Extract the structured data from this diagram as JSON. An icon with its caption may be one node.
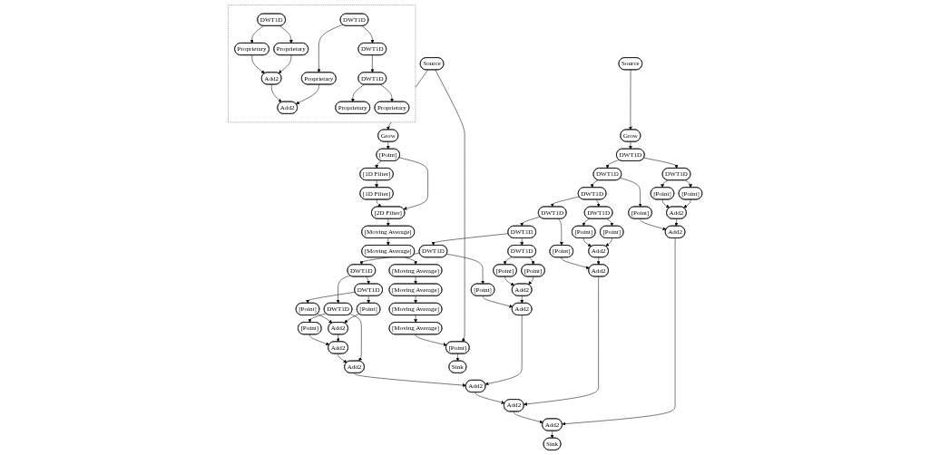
{
  "diagram": {
    "nodes": [
      {
        "text": [],
        "shape": "box"
      },
      {
        "text": [
          "DWT1D"
        ],
        "in": 0
      },
      {
        "text": [
          "DWT1D"
        ],
        "in": 0
      },
      {
        "text": [
          "Proprietary"
        ],
        "in": 0
      },
      {
        "text": [
          "Proprietary"
        ],
        "in": 0
      },
      {
        "text": [
          "DWT1D"
        ],
        "in": 0
      },
      {
        "text": [
          "Add2"
        ],
        "in": 0
      },
      {
        "text": [
          "Proprietary"
        ],
        "in": 0
      },
      {
        "text": [
          "DWT1D"
        ],
        "in": 0
      },
      {
        "text": [
          "Add2"
        ],
        "in": 0
      },
      {
        "text": [
          "Proprietary"
        ],
        "in": 0
      },
      {
        "text": [
          "Proprietary"
        ],
        "in": 0
      },
      {
        "text": [
          "Source"
        ]
      },
      {
        "text": [
          "Grow"
        ]
      },
      {
        "text": [
          "DWT1D"
        ]
      },
      {
        "text": [
          "DWT1D"
        ]
      },
      {
        "text": [
          "DWT1D"
        ]
      },
      {
        "text": [
          "[Point]"
        ]
      },
      {
        "text": [
          "[Point]"
        ]
      },
      {
        "text": [
          "DWT1D"
        ]
      },
      {
        "text": [
          "Add2"
        ]
      },
      {
        "text": [
          "[Point]"
        ]
      },
      {
        "text": [
          "DWT1D"
        ]
      },
      {
        "text": [
          "DWT1D"
        ]
      },
      {
        "text": [
          "Add2"
        ]
      },
      {
        "text": [
          "[Point]"
        ]
      },
      {
        "text": [
          "[Point]"
        ]
      },
      {
        "text": [
          "DWT1D"
        ]
      },
      {
        "text": [
          "Add2"
        ]
      },
      {
        "text": [
          "[Point]"
        ]
      },
      {
        "text": [
          "DWT1D"
        ]
      },
      {
        "text": [
          "DWT1D"
        ]
      },
      {
        "text": [
          "Add2"
        ]
      },
      {
        "text": [
          "[Point]"
        ]
      },
      {
        "text": [
          "[Point]"
        ]
      },
      {
        "text": [
          "DWT1D"
        ]
      },
      {
        "text": [
          "Add2"
        ]
      },
      {
        "text": [
          "[Point]"
        ]
      },
      {
        "text": [
          "DWT1D"
        ]
      },
      {
        "text": [
          "Add2"
        ]
      },
      {
        "text": [
          "[Point]"
        ]
      },
      {
        "text": [
          "[Point]"
        ]
      },
      {
        "text": [
          "DWT1D"
        ]
      },
      {
        "text": [
          "Add2"
        ]
      },
      {
        "text": [
          "[Point]"
        ]
      },
      {
        "text": [
          "Add2"
        ]
      },
      {
        "text": [
          "Add2"
        ]
      },
      {
        "text": [
          "Add2"
        ]
      },
      {
        "text": [
          "Add2"
        ]
      },
      {
        "text": [
          "Add2"
        ]
      },
      {
        "text": [
          "Sink"
        ]
      },
      {
        "text": [
          "Source"
        ]
      },
      {
        "text": [
          "Grow"
        ]
      },
      {
        "text": [
          "[Point]"
        ]
      },
      {
        "text": [
          "[1D Filter]"
        ]
      },
      {
        "text": [
          "[1D Filter]"
        ]
      },
      {
        "text": [
          "[2D Filter]"
        ]
      },
      {
        "text": [
          "[Moving Average]"
        ]
      },
      {
        "text": [
          "[Moving Average]"
        ]
      },
      {
        "text": [
          "[Moving Average]"
        ]
      },
      {
        "text": [
          "[Moving Average]"
        ]
      },
      {
        "text": [
          "[Moving Average]"
        ]
      },
      {
        "text": [
          "[Moving Average]"
        ]
      },
      {
        "text": [
          "[Point]"
        ]
      },
      {
        "text": [
          "Sink"
        ]
      }
    ],
    "edges": [
      {
        "from": 1,
        "to": 3,
        "arrow": "to"
      },
      {
        "from": 1,
        "to": 4,
        "arrow": "to"
      },
      {
        "from": 2,
        "to": 7,
        "arrow": "to"
      },
      {
        "from": 2,
        "to": 5,
        "arrow": "to"
      },
      {
        "from": 3,
        "to": 6,
        "arrow": "to"
      },
      {
        "from": 4,
        "to": 6,
        "arrow": "to"
      },
      {
        "from": 5,
        "to": 8,
        "arrow": "to"
      },
      {
        "from": 6,
        "to": 9,
        "arrow": "to"
      },
      {
        "from": 7,
        "to": 9,
        "arrow": "to"
      },
      {
        "from": 8,
        "to": 10,
        "arrow": "to"
      },
      {
        "from": 8,
        "to": 11,
        "arrow": "to"
      },
      {
        "from": 12,
        "to": 13,
        "arrow": "to"
      },
      {
        "from": 13,
        "to": 14,
        "arrow": "to"
      },
      {
        "from": 14,
        "to": 15,
        "arrow": "to"
      },
      {
        "from": 14,
        "to": 16,
        "arrow": "to"
      },
      {
        "from": 15,
        "to": 17,
        "arrow": "to"
      },
      {
        "from": 15,
        "to": 18,
        "arrow": "to"
      },
      {
        "from": 16,
        "to": 21,
        "arrow": "to"
      },
      {
        "from": 16,
        "to": 19,
        "arrow": "to"
      },
      {
        "from": 17,
        "to": 20,
        "arrow": "to"
      },
      {
        "from": 18,
        "to": 20,
        "arrow": "to"
      },
      {
        "from": 19,
        "to": 22,
        "arrow": "to"
      },
      {
        "from": 19,
        "to": 23,
        "arrow": "to"
      },
      {
        "from": 20,
        "to": 24,
        "arrow": "to"
      },
      {
        "from": 21,
        "to": 24,
        "arrow": "to"
      },
      {
        "from": 22,
        "to": 25,
        "arrow": "to"
      },
      {
        "from": 22,
        "to": 26,
        "arrow": "to"
      },
      {
        "from": 23,
        "to": 27,
        "arrow": "to"
      },
      {
        "from": 23,
        "to": 29,
        "arrow": "to"
      },
      {
        "from": 25,
        "to": 28,
        "arrow": "to"
      },
      {
        "from": 26,
        "to": 28,
        "arrow": "to"
      },
      {
        "from": 27,
        "to": 30,
        "arrow": "to"
      },
      {
        "from": 27,
        "to": 31,
        "arrow": "to"
      },
      {
        "from": 28,
        "to": 32,
        "arrow": "to"
      },
      {
        "from": 29,
        "to": 32,
        "arrow": "to"
      },
      {
        "from": 30,
        "to": 33,
        "arrow": "to"
      },
      {
        "from": 30,
        "to": 34,
        "arrow": "to"
      },
      {
        "from": 31,
        "to": 35,
        "arrow": "to"
      },
      {
        "from": 31,
        "to": 37,
        "arrow": "to"
      },
      {
        "from": 33,
        "to": 36,
        "arrow": "to"
      },
      {
        "from": 34,
        "to": 36,
        "arrow": "to"
      },
      {
        "from": 35,
        "to": 38,
        "arrow": "to"
      },
      {
        "from": 35,
        "to": 42,
        "arrow": "to"
      },
      {
        "from": 36,
        "to": 39,
        "arrow": "to"
      },
      {
        "from": 37,
        "to": 39,
        "arrow": "to"
      },
      {
        "from": 38,
        "to": 40,
        "arrow": "to"
      },
      {
        "from": 38,
        "to": 41,
        "arrow": "to"
      },
      {
        "from": 40,
        "to": 43,
        "arrow": "to"
      },
      {
        "from": 41,
        "to": 43,
        "arrow": "to"
      },
      {
        "from": 42,
        "to": 44,
        "arrow": "to"
      },
      {
        "from": 42,
        "to": 46,
        "arrow": "to"
      },
      {
        "from": 43,
        "to": 45,
        "arrow": "to"
      },
      {
        "from": 44,
        "to": 45,
        "arrow": "to"
      },
      {
        "from": 45,
        "to": 46,
        "arrow": "to"
      },
      {
        "from": 39,
        "to": 47,
        "arrow": "to"
      },
      {
        "from": 46,
        "to": 47,
        "arrow": "to"
      },
      {
        "from": 32,
        "to": 48,
        "arrow": "to"
      },
      {
        "from": 47,
        "to": 48,
        "arrow": "to"
      },
      {
        "from": 24,
        "to": 49,
        "arrow": "to"
      },
      {
        "from": 48,
        "to": 49,
        "arrow": "to"
      },
      {
        "from": 49,
        "to": 50,
        "arrow": "to"
      },
      {
        "from": 51,
        "to": 52,
        "arrow": "to"
      },
      {
        "from": 51,
        "to": 63,
        "arrow": "to"
      },
      {
        "from": 52,
        "to": 53,
        "arrow": "to"
      },
      {
        "from": 53,
        "to": 54,
        "arrow": "to"
      },
      {
        "from": 53,
        "to": 56,
        "arrow": "to"
      },
      {
        "from": 54,
        "to": 55,
        "arrow": "to"
      },
      {
        "from": 55,
        "to": 56,
        "arrow": "to"
      },
      {
        "from": 56,
        "to": 57,
        "arrow": "to"
      },
      {
        "from": 57,
        "to": 58,
        "arrow": "to"
      },
      {
        "from": 58,
        "to": 59,
        "arrow": "to"
      },
      {
        "from": 59,
        "to": 60,
        "arrow": "to"
      },
      {
        "from": 60,
        "to": 61,
        "arrow": "to"
      },
      {
        "from": 61,
        "to": 62,
        "arrow": "to"
      },
      {
        "from": 62,
        "to": 63,
        "arrow": "to"
      },
      {
        "from": 63,
        "to": 64,
        "arrow": "to"
      }
    ]
  }
}
